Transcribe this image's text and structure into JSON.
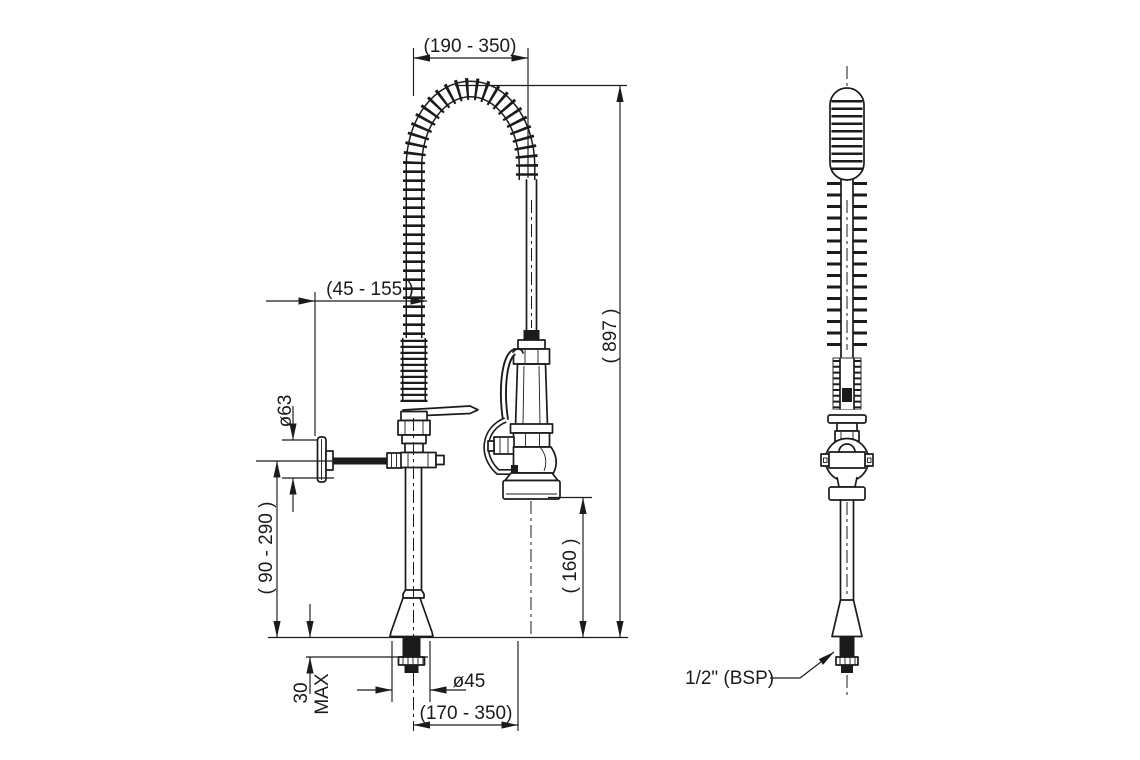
{
  "drawing": {
    "colors": {
      "line": "#1b1b1b",
      "background": "#ffffff"
    },
    "dims": {
      "top_reach": "(190 - 350)",
      "wall_offset": "(45 - 155 )",
      "flange_dia": "ø63",
      "riser_height": "( 90 - 290 )",
      "deck_max_value": "30",
      "deck_max_unit": "MAX",
      "base_dia": "ø45",
      "bottom_reach": "(170 - 350)",
      "overall_height": "( 897 )",
      "spray_height": "( 160 )",
      "inlet_thread": "1/2\" (BSP)"
    }
  }
}
